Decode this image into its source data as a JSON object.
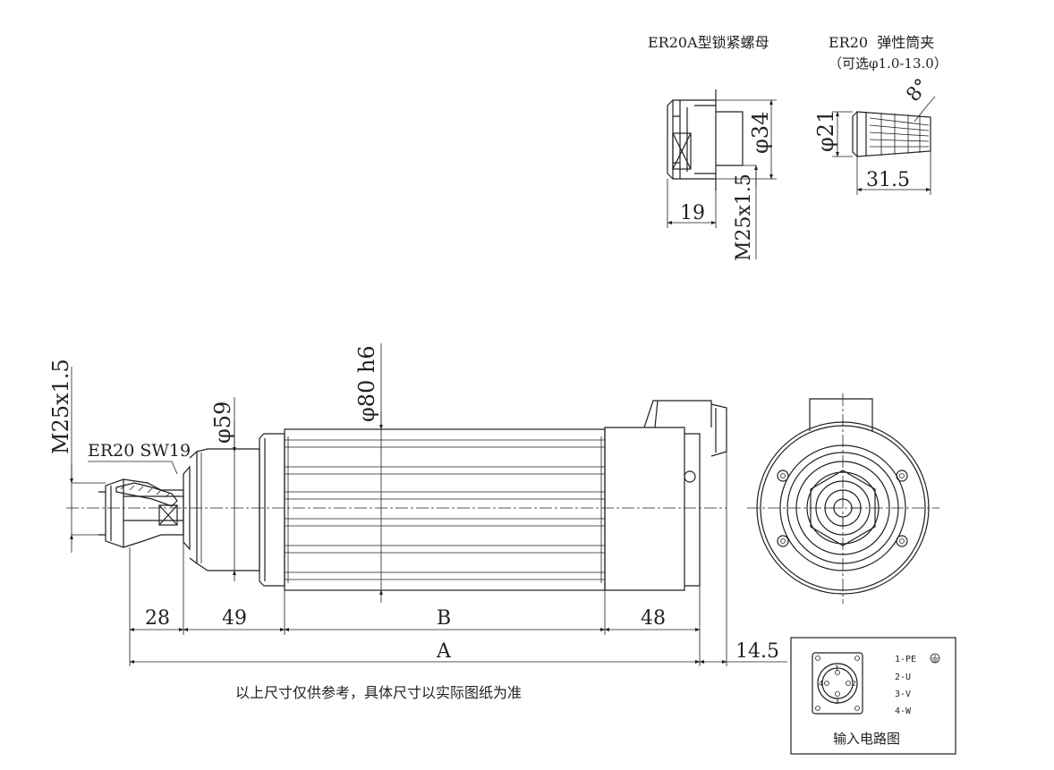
{
  "locknut": {
    "title": "ER20A型锁紧螺母",
    "dim_diameter": "φ34",
    "dim_width": "19",
    "dim_thread": "M25x1.5"
  },
  "collet": {
    "title": "ER20  弹性筒夹",
    "subtitle": "（可选φ1.0-13.0）",
    "dim_diameter": "φ21",
    "dim_length": "31.5",
    "dim_angle": "8°"
  },
  "spindle": {
    "dim_thread": "M25x1.5",
    "nut_label": "ER20 SW19",
    "dim_nose_diameter": "φ59",
    "dim_body_diameter": "φ80 h6",
    "dim_28": "28",
    "dim_49": "49",
    "dim_B": "B",
    "dim_48": "48",
    "dim_A": "A",
    "dim_14_5": "14.5"
  },
  "note": "以上尺寸仅供参考，具体尺寸以实际图纸为准",
  "connector": {
    "caption": "输入电路图",
    "pins": [
      "1-PE",
      "2-U",
      "3-V",
      "4-W"
    ],
    "pin_numbers": [
      "1",
      "2",
      "3",
      "4"
    ]
  }
}
